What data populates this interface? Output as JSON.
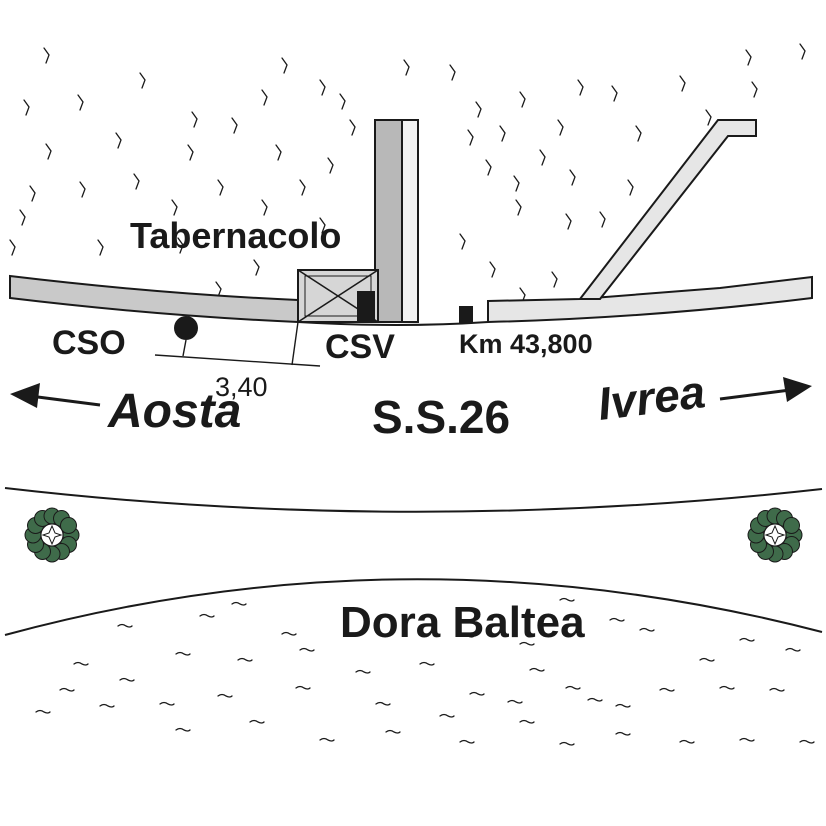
{
  "labels": {
    "tabernacolo": "Tabernacolo",
    "cso": "CSO",
    "csv": "CSV",
    "km": "Km 43,800",
    "distance": "3,40",
    "aosta": "Aosta",
    "road": "S.S.26",
    "ivrea": "Ivrea",
    "river": "Dora Baltea"
  },
  "colors": {
    "ink": "#1a1a1a",
    "road_fill": "#c9c9c9",
    "wall_fill": "#b8b8b8",
    "light_fill": "#e6e6e6",
    "tree_green": "#3f6b4a"
  },
  "icons": {
    "tree": "tree-symbol-icon",
    "marker": "survey-point-icon",
    "arrow": "direction-arrow-icon"
  }
}
